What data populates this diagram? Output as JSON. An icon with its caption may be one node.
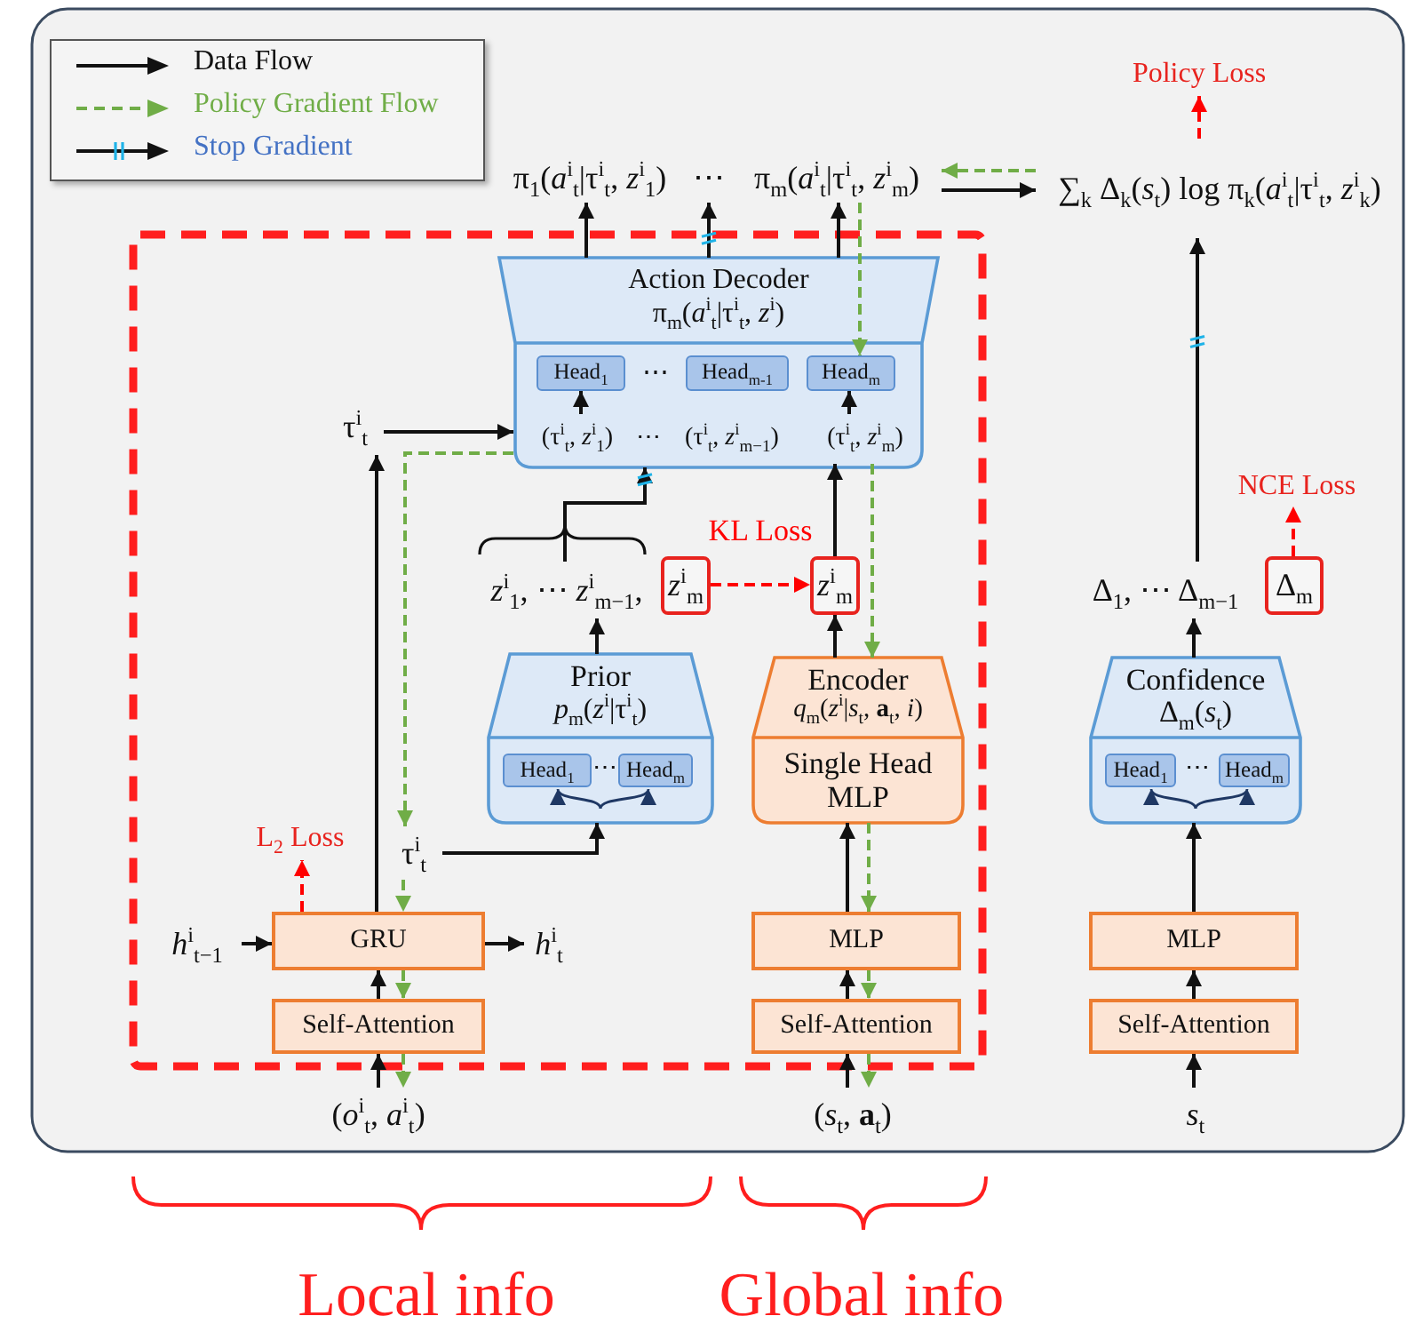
{
  "diagram": {
    "nodes": [
      {
        "text": [
          "π$_{1}$(*a*$^{i}$$_{t}$|τ$^{i}$$_{t}$, *z*$^{i}$$_{1}$)"
        ]
      },
      {
        "text": [
          "⋯"
        ]
      },
      {
        "text": [
          "π$_{m}$(*a*$^{i}$$_{t}$|τ$^{i}$$_{t}$, *z*$^{i}$$_{m}$)"
        ]
      },
      {
        "text": [
          "∑$_{k}$ Δ$_{k}$(*s*$_{t}$) log π$_{k}$(*a*$^{i}$$_{t}$|τ$^{i}$$_{t}$, *z*$^{i}$$_{k}$)"
        ]
      },
      {
        "text": [
          "Policy Loss"
        ]
      },
      {
        "text": [
          "Action Decoder",
          "π$_{m}$(*a*$^{i}$$_{t}$|τ$^{i}$$_{t}$, *z*$^{i}$)"
        ]
      },
      {
        "text": [
          "Head$_{1}$"
        ],
        "in": 5
      },
      {
        "text": [
          "Head$_{m-1}$"
        ],
        "in": 5
      },
      {
        "text": [
          "Head$_{m}$"
        ],
        "in": 5
      },
      {
        "text": [
          "(τ$^{i}$$_{t}$, *z*$^{i}$$_{1}$)"
        ],
        "in": 5
      },
      {
        "text": [
          "(τ$^{i}$$_{t}$, *z*$^{i}$$_{m−1}$)"
        ],
        "in": 5
      },
      {
        "text": [
          "(τ$^{i}$$_{t}$, *z*$^{i}$$_{m}$)"
        ],
        "in": 5
      },
      {
        "text": [
          "τ$^{i}$$_{t}$"
        ]
      },
      {
        "text": [
          "*z*$^{i}$$_{1}$, ⋯ *z*$^{i}$$_{m−1}$,"
        ]
      },
      {
        "text": [
          "*z*$^{i}$$_{m}$"
        ]
      },
      {
        "text": [
          "*z*$^{i}$$_{m}$"
        ]
      },
      {
        "text": [
          "NCE Loss"
        ]
      },
      {
        "text": [
          "Δ$_{1}$, ⋯ Δ$_{m−1}$"
        ]
      },
      {
        "text": [
          "Δ$_{m}$"
        ]
      },
      {
        "text": [
          "Prior",
          "*p*$_{m}$(*z*$^{i}$|τ$^{i}$$_{t}$)"
        ]
      },
      {
        "text": [
          "Head$_{1}$"
        ],
        "in": 19
      },
      {
        "text": [
          "Head$_{m}$"
        ],
        "in": 19
      },
      {
        "text": [
          "Encoder",
          "*q*$_{m}$(*z*$^{i}$|*s*$_{t}$, **a**$_{t}$, *i*)",
          "Single Head MLP"
        ]
      },
      {
        "text": [
          "Confidence",
          "Δ$_{m}$(*s*$_{t}$)"
        ]
      },
      {
        "text": [
          "Head$_{1}$"
        ],
        "in": 23
      },
      {
        "text": [
          "Head$_{m}$"
        ],
        "in": 23
      },
      {
        "text": [
          "L$_{2}$ Loss"
        ]
      },
      {
        "text": [
          "τ$^{i}$$_{t}$"
        ]
      },
      {
        "text": [
          "*h*$^{i}$$_{t−1}$"
        ]
      },
      {
        "text": [
          "GRU"
        ]
      },
      {
        "text": [
          "*h*$^{i}$$_{t}$"
        ]
      },
      {
        "text": [
          "MLP"
        ]
      },
      {
        "text": [
          "MLP"
        ]
      },
      {
        "text": [
          "Self-Attention"
        ]
      },
      {
        "text": [
          "Self-Attention"
        ]
      },
      {
        "text": [
          "Self-Attention"
        ]
      },
      {
        "text": [
          "(*o*$^{i}$$_{t}$, *a*$^{i}$$_{t}$)"
        ]
      },
      {
        "text": [
          "(*s*$_{t}$, **a**$_{t}$)"
        ]
      },
      {
        "text": [
          "*s*$_{t}$"
        ]
      }
    ],
    "edges": [
      {
        "from": 5,
        "to": 0,
        "arrow": "to"
      },
      {
        "from": 5,
        "to": 1,
        "arrow": "to"
      },
      {
        "from": 5,
        "to": 2,
        "arrow": "to"
      },
      {
        "from": 2,
        "to": 3,
        "arrow": "to"
      },
      {
        "from": 3,
        "to": 2,
        "arrow": "to",
        "style": "dashed",
        "color": "#70ad47"
      },
      {
        "from": 3,
        "to": 4,
        "arrow": "to",
        "style": "dashed",
        "color": "#ff0000"
      },
      {
        "from": 2,
        "to": 8,
        "arrow": "to",
        "style": "dashed",
        "color": "#70ad47"
      },
      {
        "from": 9,
        "to": 6,
        "arrow": "to"
      },
      {
        "from": 11,
        "to": 8,
        "arrow": "to"
      },
      {
        "from": 12,
        "to": 9,
        "arrow": "to"
      },
      {
        "from": 9,
        "to": 27,
        "arrow": "to",
        "style": "dashed",
        "color": "#70ad47"
      },
      {
        "from": 13,
        "to": 5,
        "arrow": "to"
      },
      {
        "from": 15,
        "to": 11,
        "arrow": "to"
      },
      {
        "from": 11,
        "to": 22,
        "arrow": "to",
        "style": "dashed",
        "color": "#70ad47"
      },
      {
        "from": 14,
        "to": 15,
        "arrow": "to",
        "label": "KL Loss",
        "style": "dashed",
        "color": "#ff0000"
      },
      {
        "from": 19,
        "to": 13,
        "arrow": "to"
      },
      {
        "from": 22,
        "to": 15,
        "arrow": "to"
      },
      {
        "from": 27,
        "to": 19,
        "arrow": "to"
      },
      {
        "from": 27,
        "to": 29,
        "arrow": "to",
        "style": "dashed",
        "color": "#70ad47"
      },
      {
        "from": 29,
        "to": 12,
        "arrow": "to"
      },
      {
        "from": 29,
        "to": 26,
        "arrow": "to",
        "style": "dashed",
        "color": "#ff0000"
      },
      {
        "from": 28,
        "to": 29,
        "arrow": "to"
      },
      {
        "from": 29,
        "to": 30,
        "arrow": "to"
      },
      {
        "from": 33,
        "to": 29,
        "arrow": "to"
      },
      {
        "from": 29,
        "to": 33,
        "arrow": "to",
        "style": "dashed",
        "color": "#70ad47"
      },
      {
        "from": 36,
        "to": 33,
        "arrow": "to"
      },
      {
        "from": 33,
        "to": 36,
        "arrow": "to",
        "style": "dashed",
        "color": "#70ad47"
      },
      {
        "from": 31,
        "to": 22,
        "arrow": "to"
      },
      {
        "from": 22,
        "to": 31,
        "arrow": "to",
        "style": "dashed",
        "color": "#70ad47"
      },
      {
        "from": 34,
        "to": 31,
        "arrow": "to"
      },
      {
        "from": 31,
        "to": 34,
        "arrow": "to",
        "style": "dashed",
        "color": "#70ad47"
      },
      {
        "from": 37,
        "to": 34,
        "arrow": "to"
      },
      {
        "from": 34,
        "to": 37,
        "arrow": "to",
        "style": "dashed",
        "color": "#70ad47"
      },
      {
        "from": 38,
        "to": 35,
        "arrow": "to"
      },
      {
        "from": 35,
        "to": 32,
        "arrow": "to"
      },
      {
        "from": 32,
        "to": 23,
        "arrow": "to"
      },
      {
        "from": 23,
        "to": 17,
        "arrow": "to"
      },
      {
        "from": 17,
        "to": 3,
        "arrow": "to"
      },
      {
        "from": 18,
        "to": 16,
        "arrow": "to",
        "style": "dashed",
        "color": "#ff0000"
      },
      {
        "from": 19,
        "to": 20,
        "arrow": "to",
        "color": "#1f3864"
      },
      {
        "from": 19,
        "to": 21,
        "arrow": "to",
        "color": "#1f3864"
      },
      {
        "from": 23,
        "to": 24,
        "arrow": "to",
        "color": "#1f3864"
      },
      {
        "from": 23,
        "to": 25,
        "arrow": "to",
        "color": "#1f3864"
      }
    ],
    "labels": [
      "⋯",
      "⋯",
      "⋯",
      "⋯",
      "Local info",
      "Global info"
    ],
    "legend": [
      {
        "text": "Data Flow"
      },
      {
        "text": "Policy Gradient Flow"
      },
      {
        "text": "Stop Gradient"
      }
    ]
  }
}
